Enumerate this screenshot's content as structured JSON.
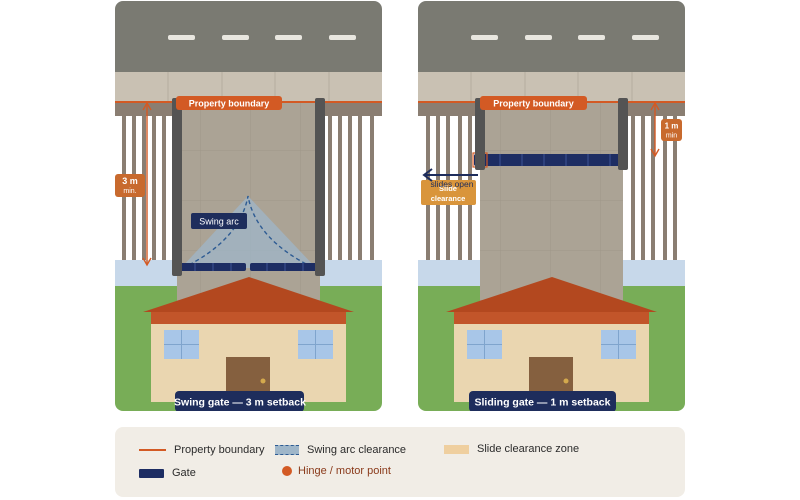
{
  "colors": {
    "road": "#7a7a72",
    "road_marking": "#e8e6df",
    "sidewalk": "#c9c1b3",
    "fence": "#8a7e72",
    "fence_post": "#545454",
    "driveway": "#aba395",
    "property_line": "#d35a24",
    "gate": "#1d2d63",
    "swing_arc_fill": "#9fb6c9",
    "slide_zone": "#efcf9f",
    "lawn": "#78ad57",
    "sky_strip": "#c7d8ea",
    "roof": "#b3481f",
    "house_wall": "#ead6b0",
    "window": "#a8c6e8",
    "door": "#85603f",
    "dimension_badge": "#c86a2e",
    "dark_label": "#1e2d5c"
  },
  "panels": [
    {
      "id": "swing",
      "caption": "Swing gate — 3 m setback",
      "boundary_label": "Property boundary",
      "arc_label": "Swing arc",
      "dimension": {
        "value": "3 m",
        "unit_note": "min."
      }
    },
    {
      "id": "slide",
      "caption": "Sliding gate — 1 m setback",
      "boundary_label": "Property boundary",
      "slide_label": "slides open",
      "clearance_label": [
        "Slide",
        "clearance"
      ],
      "dimension": {
        "value": "1 m",
        "unit_note": "min"
      }
    }
  ],
  "legend": [
    {
      "key": "property_boundary",
      "label": "Property boundary"
    },
    {
      "key": "swing_arc",
      "label": "Swing arc clearance"
    },
    {
      "key": "slide_zone",
      "label": "Slide clearance zone"
    },
    {
      "key": "gate",
      "label": "Gate"
    },
    {
      "key": "hinge",
      "label": "Hinge / motor point"
    }
  ]
}
